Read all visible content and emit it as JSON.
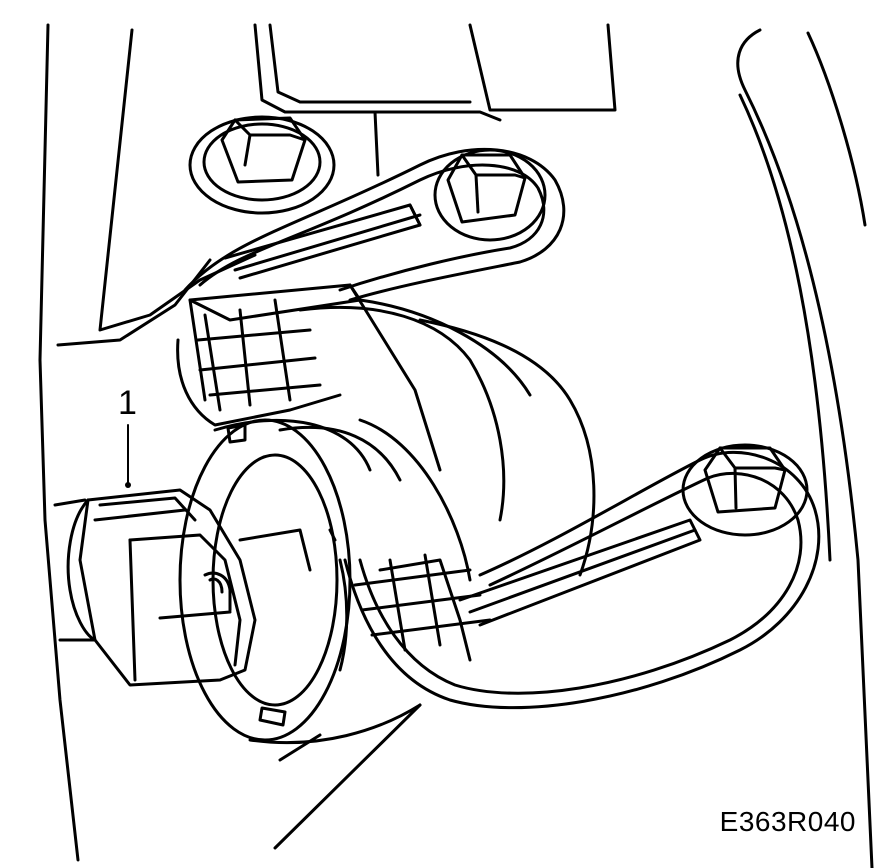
{
  "diagram": {
    "callouts": [
      {
        "id": "1",
        "label": "1"
      }
    ],
    "figure_code": "E363R040",
    "colors": {
      "line": "#000000",
      "background": "#ffffff"
    }
  }
}
